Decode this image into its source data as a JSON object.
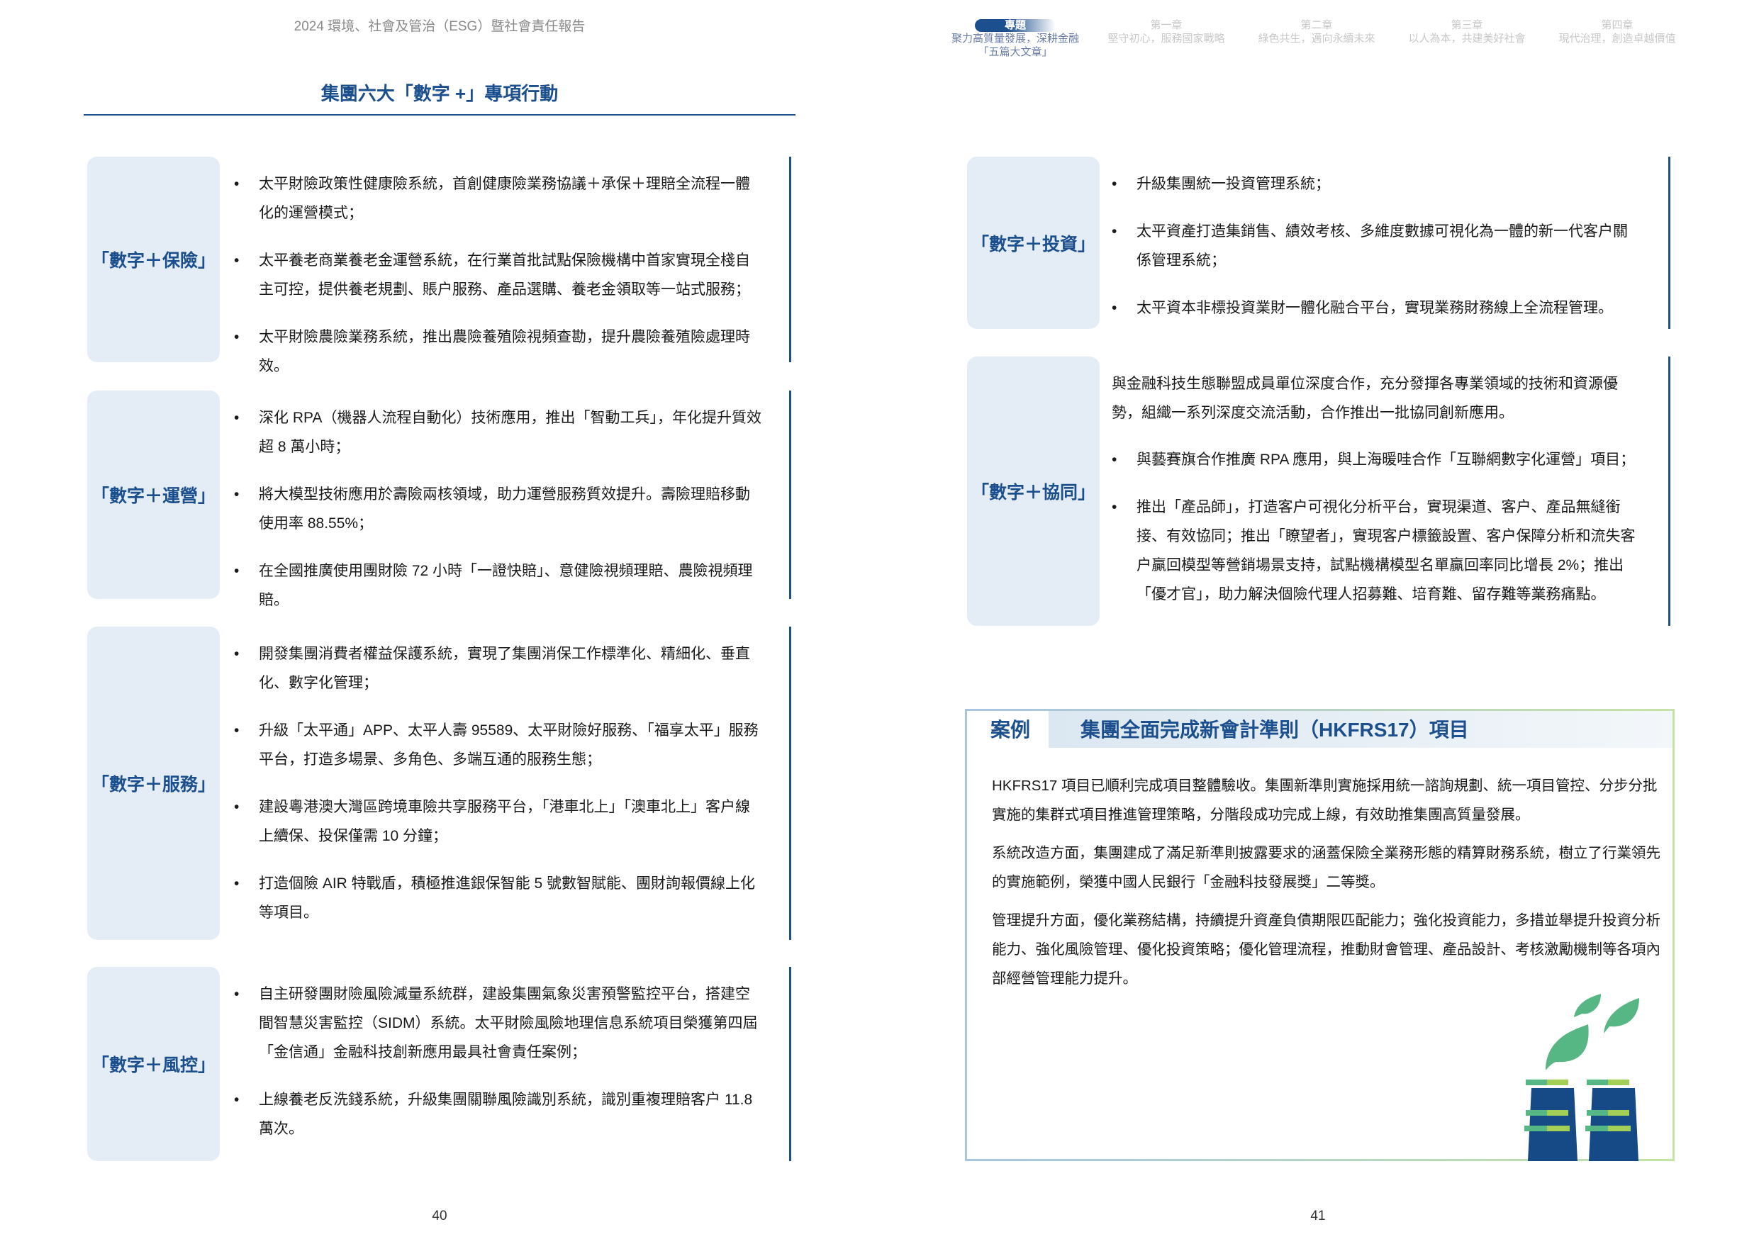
{
  "left_page": {
    "report_header": "2024 環境、社會及管治（ESG）暨社會責任報告",
    "title": "集團六大「數字 +」專項行動",
    "page_number": "40",
    "sections": [
      {
        "label": "「數字＋保險」",
        "items": [
          "太平財險政策性健康險系統，首創健康險業務協議＋承保＋理賠全流程一體化的運營模式；",
          "太平養老商業養老金運營系統，在行業首批試點保險機構中首家實現全棧自主可控，提供養老規劃、賬户服務、產品選購、養老金領取等一站式服務；",
          "太平財險農險業務系統，推出農險養殖險視頻查勘，提升農險養殖險處理時效。"
        ]
      },
      {
        "label": "「數字＋運營」",
        "items": [
          "深化 RPA（機器人流程自動化）技術應用，推出「智動工兵」，年化提升質效超 8 萬小時；",
          "將大模型技術應用於壽險兩核領域，助力運營服務質效提升。壽險理賠移動使用率 88.55%；",
          "在全國推廣使用團財險 72 小時「一證快賠」、意健險視頻理賠、農險視頻理賠。"
        ]
      },
      {
        "label": "「數字＋服務」",
        "items": [
          "開發集團消費者權益保護系統，實現了集團消保工作標準化、精細化、垂直化、數字化管理；",
          "升級「太平通」APP、太平人壽 95589、太平財險好服務、「福享太平」服務平台，打造多場景、多角色、多端互通的服務生態；",
          "建設粵港澳大灣區跨境車險共享服務平台，「港車北上」「澳車北上」客户線上續保、投保僅需 10 分鐘；",
          "打造個險 AIR 特戰盾，積極推進銀保智能 5 號數智賦能、團財詢報價線上化等項目。"
        ]
      },
      {
        "label": "「數字＋風控」",
        "items": [
          "自主研發團財險風險減量系統群，建設集團氣象災害預警監控平台，搭建空間智慧災害監控（SIDM）系統。太平財險風險地理信息系統項目榮獲第四屆「金信通」金融科技創新應用最具社會責任案例；",
          "上線養老反洗錢系統，升級集團關聯風險識別系統，識別重複理賠客户 11.8 萬次。"
        ]
      }
    ]
  },
  "right_page": {
    "page_number": "41",
    "nav": [
      {
        "label": "專題",
        "subtitle": "聚力高質量發展，深耕金融「五篇大文章」",
        "active": true
      },
      {
        "label": "第一章",
        "subtitle": "堅守初心，服務國家戰略",
        "active": false
      },
      {
        "label": "第二章",
        "subtitle": "綠色共生，邁向永續未來",
        "active": false
      },
      {
        "label": "第三章",
        "subtitle": "以人為本，共建美好社會",
        "active": false
      },
      {
        "label": "第四章",
        "subtitle": "現代治理，創造卓越價值",
        "active": false
      }
    ],
    "nav_sub_lines": [
      "聚力高質量發展，深耕金融",
      "「五篇大文章」"
    ],
    "sections": [
      {
        "label": "「數字＋投資」",
        "intro": null,
        "items": [
          "升級集團統一投資管理系統；",
          "太平資產打造集銷售、績效考核、多維度數據可視化為一體的新一代客户關係管理系統；",
          "太平資本非標投資業財一體化融合平台，實現業務財務線上全流程管理。"
        ]
      },
      {
        "label": "「數字＋協同」",
        "intro": "與金融科技生態聯盟成員單位深度合作，充分發揮各專業領域的技術和資源優勢，組織一系列深度交流活動，合作推出一批協同創新應用。",
        "items": [
          "與藝賽旗合作推廣 RPA 應用，與上海暖哇合作「互聯網數字化運營」項目；",
          "推出「產品師」，打造客户可視化分析平台，實現渠道、客户、產品無縫銜接、有效協同；推出「瞭望者」，實現客户標籤設置、客户保障分析和流失客户贏回模型等營銷場景支持，試點機構模型名單贏回率同比增長 2%；推出「優才官」，助力解決個險代理人招募難、培育難、留存難等業務痛點。"
        ]
      }
    ],
    "case": {
      "tag": "案例",
      "title": "集團全面完成新會計準則（HKFRS17）項目",
      "paragraphs": [
        "HKFRS17 項目已順利完成項目整體驗收。集團新準則實施採用統一諮詢規劃、統一項目管控、分步分批實施的集群式項目推進管理策略，分階段成功完成上線，有效助推集團高質量發展。",
        "系統改造方面，集團建成了滿足新準則披露要求的涵蓋保險全業務形態的精算財務系統，樹立了行業領先的實施範例，榮獲中國人民銀行「金融科技發展獎」二等獎。",
        "管理提升方面，優化業務結構，持續提升資產負債期限匹配能力；強化投資能力，多措並舉提升投資分析能力、強化風險管理、優化投資策略；優化管理流程，推動財會管理、產品設計、考核激勵機制等各項內部經營管理能力提升。"
      ]
    }
  },
  "colors": {
    "brand_blue": "#1b4f8e",
    "label_bg": "#e4edf5",
    "leaf_green": "#57b784",
    "lime": "#a3cf57"
  }
}
